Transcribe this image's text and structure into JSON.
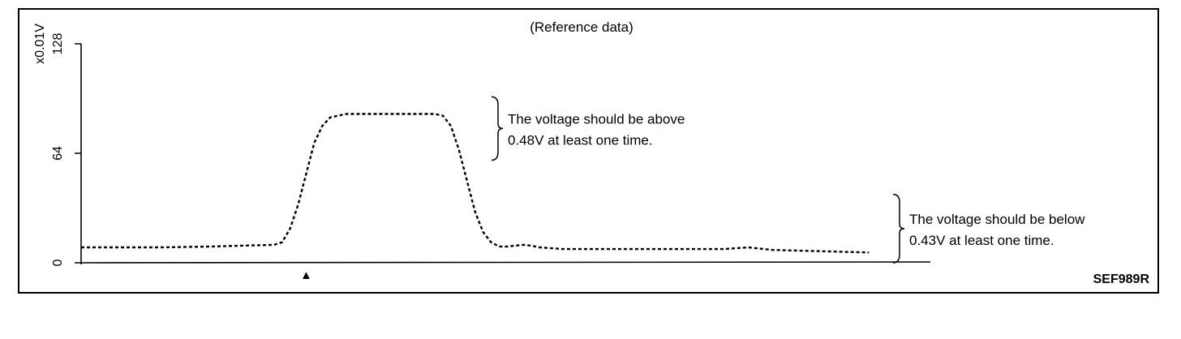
{
  "chart_data": {
    "type": "line",
    "title": "(Reference data)",
    "ylabel": "x0.01V",
    "y_ticks": [
      "0",
      "64",
      "128"
    ],
    "ylim": [
      0,
      128
    ],
    "xlim": [
      0,
      100
    ],
    "grid": false,
    "series": [
      {
        "style": "dotted",
        "points": [
          [
            0,
            9
          ],
          [
            4,
            9
          ],
          [
            10,
            9
          ],
          [
            16,
            9.5
          ],
          [
            20,
            10
          ],
          [
            24,
            10.5
          ],
          [
            25,
            12
          ],
          [
            26,
            20
          ],
          [
            27,
            34
          ],
          [
            28,
            52
          ],
          [
            29,
            70
          ],
          [
            30,
            80
          ],
          [
            31,
            85
          ],
          [
            33,
            87
          ],
          [
            40,
            87
          ],
          [
            44,
            87
          ],
          [
            45,
            86
          ],
          [
            46,
            80
          ],
          [
            47,
            66
          ],
          [
            48,
            48
          ],
          [
            49,
            30
          ],
          [
            50,
            18
          ],
          [
            51,
            12
          ],
          [
            52,
            9.5
          ],
          [
            53,
            9.5
          ],
          [
            54,
            10
          ],
          [
            55,
            10.5
          ],
          [
            56,
            10
          ],
          [
            57,
            9
          ],
          [
            60,
            8
          ],
          [
            70,
            8
          ],
          [
            80,
            8
          ],
          [
            83,
            9
          ],
          [
            84,
            8.5
          ],
          [
            86,
            7.5
          ],
          [
            90,
            7
          ],
          [
            94,
            6.5
          ],
          [
            98,
            6
          ]
        ]
      }
    ],
    "marker": {
      "symbol": "▲",
      "x": 28
    },
    "annotations": [
      {
        "lines": [
          "The voltage should be above",
          "0.48V at least one time."
        ],
        "y_range": [
          60,
          97
        ]
      },
      {
        "lines": [
          "The voltage should be below",
          "0.43V at least one time."
        ],
        "y_range": [
          0,
          40
        ]
      }
    ],
    "figure_code": "SEF989R"
  }
}
